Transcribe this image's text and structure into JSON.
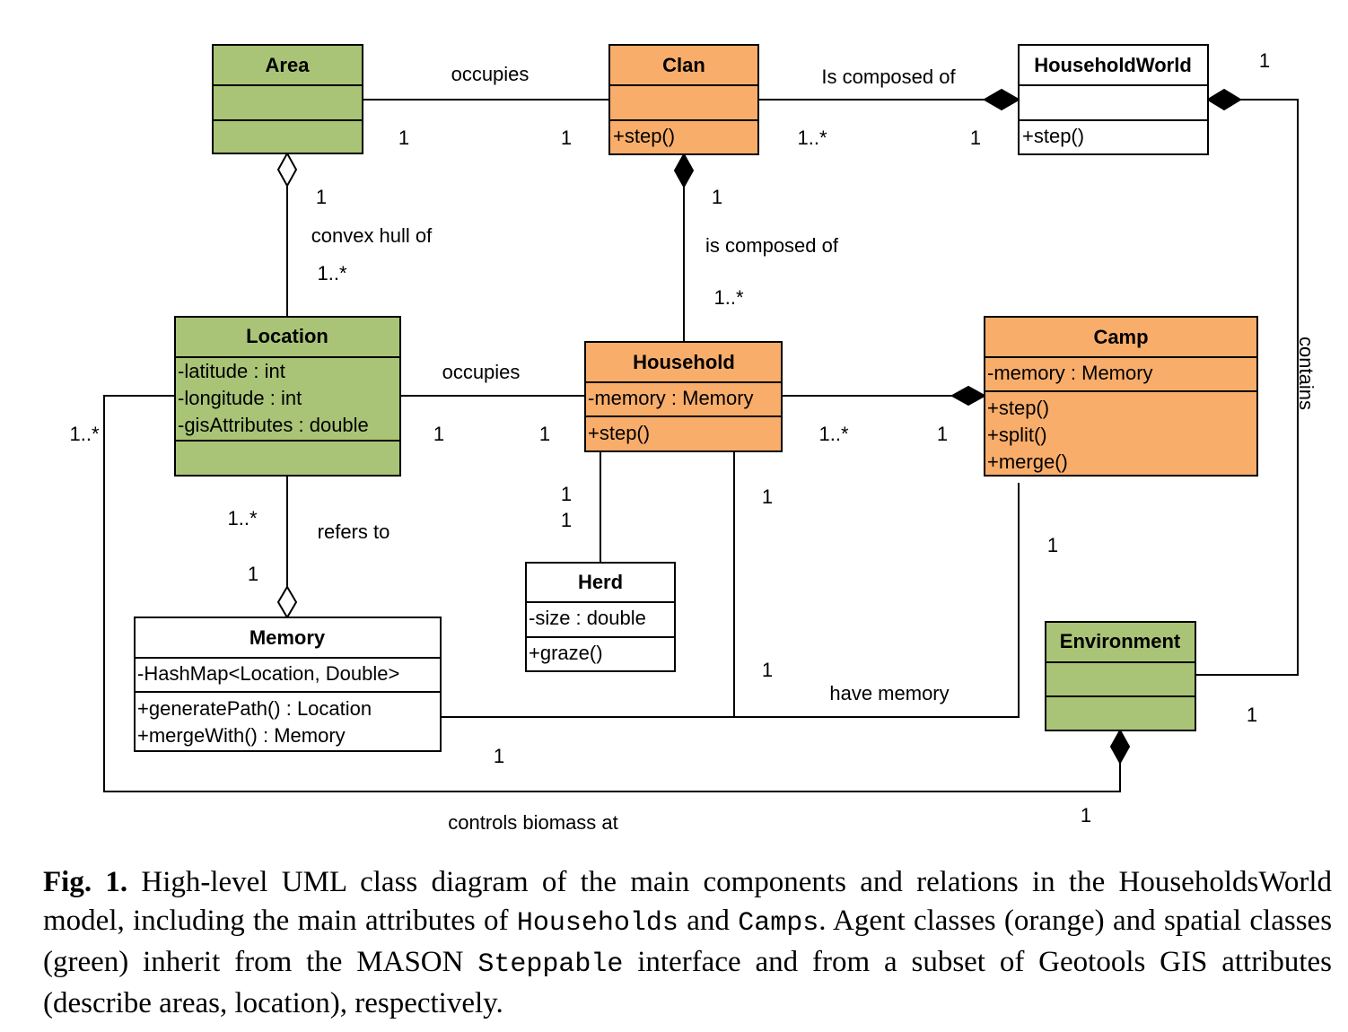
{
  "colors": {
    "agent": "#F9AD6A",
    "spatial": "#A9C476",
    "plain": "#FFFFFF",
    "line": "#000000"
  },
  "classes": {
    "area": {
      "name": "Area",
      "attributes": [],
      "methods": []
    },
    "clan": {
      "name": "Clan",
      "attributes": [],
      "methods": [
        "+step()"
      ]
    },
    "householdworld": {
      "name": "HouseholdWorld",
      "attributes": [],
      "methods": [
        "+step()"
      ]
    },
    "location": {
      "name": "Location",
      "attributes": [
        "-latitude : int",
        "-longitude : int",
        "-gisAttributes : double"
      ],
      "methods": []
    },
    "household": {
      "name": "Household",
      "attributes": [
        "-memory : Memory"
      ],
      "methods": [
        "+step()"
      ]
    },
    "camp": {
      "name": "Camp",
      "attributes": [
        "-memory : Memory"
      ],
      "methods": [
        "+step()",
        "+split()",
        "+merge()"
      ]
    },
    "herd": {
      "name": "Herd",
      "attributes": [
        "-size : double"
      ],
      "methods": [
        "+graze()"
      ]
    },
    "memory": {
      "name": "Memory",
      "attributes": [
        "-HashMap<Location, Double>"
      ],
      "methods": [
        "+generatePath() : Location",
        "+mergeWith() : Memory"
      ]
    },
    "environment": {
      "name": "Environment",
      "attributes": [],
      "methods": []
    }
  },
  "relations": {
    "area_clan": {
      "label": "occupies",
      "mult_a": "1",
      "mult_b": "1"
    },
    "clan_hw": {
      "label": "Is composed of",
      "mult_a": "1..*",
      "mult_b": "1"
    },
    "hw_env": {
      "label": "contains",
      "mult_top": "1",
      "mult_bottom": "1"
    },
    "area_location": {
      "label": "convex hull of",
      "mult_top": "1",
      "mult_bottom": "1..*"
    },
    "clan_household": {
      "label": "is composed of",
      "mult_top": "1",
      "mult_bottom": "1..*"
    },
    "location_household": {
      "label": "occupies",
      "mult_a": "1",
      "mult_b": "1"
    },
    "household_camp": {
      "mult_a": "1..*",
      "mult_b": "1"
    },
    "household_herd": {
      "mult_top": "1",
      "mult_bottom": "1"
    },
    "location_memory": {
      "label": "refers to",
      "mult_top": "1..*",
      "mult_bottom": "1"
    },
    "memory_links": {
      "label": "have memory",
      "mult_household_top": "1",
      "mult_household_bottom": "1",
      "mult_camp": "1",
      "mult_memory": "1"
    },
    "env_location": {
      "label": "controls biomass at",
      "mult_location": "1..*",
      "mult_env": "1"
    }
  },
  "caption": {
    "fig_label": "Fig. 1.",
    "part1": "High-level UML class diagram of the main components and relations in the HouseholdsWorld model, including the main attributes of",
    "code1": "Households",
    "and": "and",
    "code2": "Camps",
    "part2": ". Agent classes (orange) and spatial classes (green) inherit from the MASON",
    "code3": "Steppable",
    "part3": "interface and from a subset of Geotools GIS attributes (describe areas, location), respectively."
  }
}
